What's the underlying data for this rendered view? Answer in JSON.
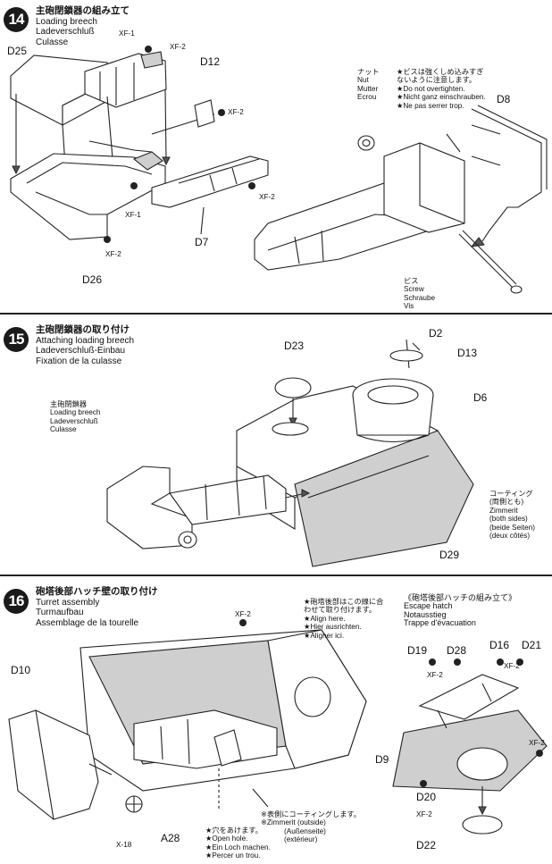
{
  "step14": {
    "number": "14",
    "title_jp": "主砲閉鎖器の組み立て",
    "title_en": "Loading breech",
    "title_de": "Ladeverschluß",
    "title_fr": "Culasse",
    "parts": [
      "D25",
      "D12",
      "D7",
      "D26",
      "D8"
    ],
    "paint_xf1": "XF-1",
    "paint_xf2": "XF-2",
    "nut_jp": "ナット",
    "nut_en": "Nut",
    "nut_de": "Mutter",
    "nut_fr": "Ecrou",
    "caution_jp1": "★ビスは強くしめ込みすぎ",
    "caution_jp2": "ないように注意します。",
    "caution_en": "★Do not overtighten.",
    "caution_de": "★Nicht ganz einschrauben.",
    "caution_fr": "★Ne pas serrer trop.",
    "screw_jp": "ビス",
    "screw_en": "Screw",
    "screw_de": "Schraube",
    "screw_fr": "Vis"
  },
  "step15": {
    "number": "15",
    "title_jp": "主砲閉鎖器の取り付け",
    "title_en": "Attaching loading breech",
    "title_de": "Ladeverschluß-Einbau",
    "title_fr": "Fixation de la culasse",
    "label_jp": "主砲閉鎖器",
    "label_en": "Loading breech",
    "label_de": "Ladeverschluß",
    "label_fr": "Culasse",
    "parts": [
      "D23",
      "D2",
      "D13",
      "D6",
      "D29"
    ],
    "coating_jp": "コーティング",
    "coating_jp2": "(両側とも)",
    "coating_de": "Zimmerit",
    "coating_en": "(both sides)",
    "coating_de2": "(beide Seiten)",
    "coating_fr": "(deux côtés)"
  },
  "step16": {
    "number": "16",
    "title_jp": "砲塔後部ハッチ壁の取り付け",
    "title_en": "Turret assembly",
    "title_de": "Turmaufbau",
    "title_fr": "Assemblage de la tourelle",
    "align_jp1": "★砲塔後部はこの線に合",
    "align_jp2": "わせて取り付けます。",
    "align_en": "★Align here.",
    "align_de": "★Hier ausrichten.",
    "align_fr": "★Aligner ici.",
    "sub_jp": "《砲塔後部ハッチの組み立て》",
    "sub_en": "Escape hatch",
    "sub_de": "Notausstieg",
    "sub_fr": "Trappe d'évacuation",
    "parts": [
      "D10",
      "A28",
      "D19",
      "D28",
      "D16",
      "D21",
      "D9",
      "D20",
      "D22"
    ],
    "paint_xf2": "XF-2",
    "paint_x18": "X-18",
    "hole_jp": "★穴をあけます。",
    "hole_en": "★Open hole.",
    "hole_de": "★Ein Loch machen.",
    "hole_fr": "★Percer un trou.",
    "outside_jp": "※表側にコーティングします。",
    "outside_de": "※Zimmerit (outside)",
    "outside_de2": "(Außenseite)",
    "outside_fr": "(extérieur)"
  }
}
